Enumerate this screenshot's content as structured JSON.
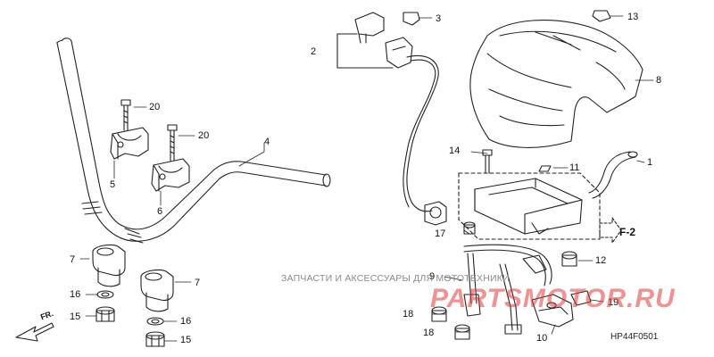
{
  "diagram": {
    "callouts": [
      {
        "id": "c1",
        "label": "1"
      },
      {
        "id": "c2",
        "label": "2"
      },
      {
        "id": "c3",
        "label": "3"
      },
      {
        "id": "c4",
        "label": "4"
      },
      {
        "id": "c5",
        "label": "5"
      },
      {
        "id": "c6",
        "label": "6"
      },
      {
        "id": "c7a",
        "label": "7"
      },
      {
        "id": "c7b",
        "label": "7"
      },
      {
        "id": "c8",
        "label": "8"
      },
      {
        "id": "c9",
        "label": "9"
      },
      {
        "id": "c10",
        "label": "10"
      },
      {
        "id": "c11",
        "label": "11"
      },
      {
        "id": "c12",
        "label": "12"
      },
      {
        "id": "c13",
        "label": "13"
      },
      {
        "id": "c14",
        "label": "14"
      },
      {
        "id": "c15a",
        "label": "15"
      },
      {
        "id": "c15b",
        "label": "15"
      },
      {
        "id": "c16a",
        "label": "16"
      },
      {
        "id": "c16b",
        "label": "16"
      },
      {
        "id": "c17",
        "label": "17"
      },
      {
        "id": "c18a",
        "label": "18"
      },
      {
        "id": "c18b",
        "label": "18"
      },
      {
        "id": "c19",
        "label": "19"
      },
      {
        "id": "c20a",
        "label": "20"
      },
      {
        "id": "c20b",
        "label": "20"
      }
    ],
    "arrow_label": "F-2",
    "direction_label": "FR.",
    "diagram_code": "HP44F0501"
  },
  "watermark": {
    "line": "ЗАПЧАСТИ И АКСЕССУАРЫ ДЛЯ МОТОТЕХНИКИ",
    "logo": "PARTSMOTOR.RU"
  }
}
